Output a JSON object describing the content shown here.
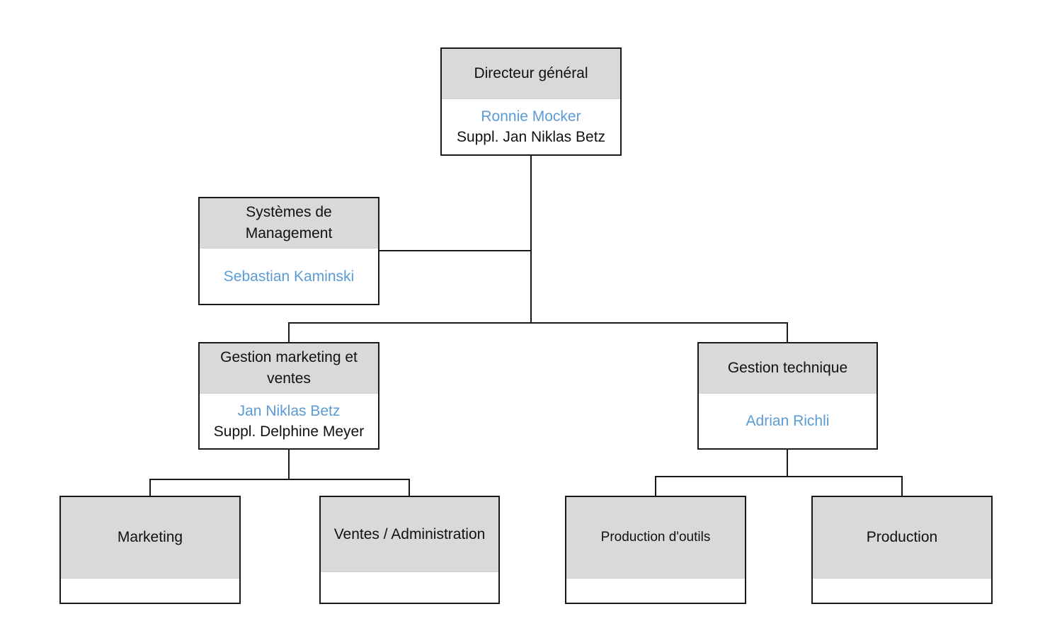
{
  "diagram": {
    "type": "org-chart",
    "colors": {
      "header_fill": "#d9d9d9",
      "border": "#1a1a1a",
      "name_text": "#5b9bd5",
      "text": "#111111"
    },
    "nodes": {
      "ceo": {
        "title": "Directeur général",
        "name": "Ronnie Mocker",
        "deputy": "Suppl. Jan Niklas Betz"
      },
      "management_systems": {
        "title": "Systèmes de Management",
        "name": "Sebastian Kaminski",
        "deputy": ""
      },
      "marketing_sales": {
        "title": "Gestion marketing et ventes",
        "name": "Jan Niklas Betz",
        "deputy": "Suppl. Delphine Meyer"
      },
      "technical": {
        "title": "Gestion technique",
        "name": "Adrian Richli",
        "deputy": ""
      },
      "marketing": {
        "title": "Marketing"
      },
      "sales_admin": {
        "title": "Ventes / Administration"
      },
      "tool_production": {
        "title": "Production d'outils"
      },
      "production": {
        "title": "Production"
      }
    },
    "edges": [
      [
        "ceo",
        "management_systems"
      ],
      [
        "ceo",
        "marketing_sales"
      ],
      [
        "ceo",
        "technical"
      ],
      [
        "marketing_sales",
        "marketing"
      ],
      [
        "marketing_sales",
        "sales_admin"
      ],
      [
        "technical",
        "tool_production"
      ],
      [
        "technical",
        "production"
      ]
    ]
  }
}
